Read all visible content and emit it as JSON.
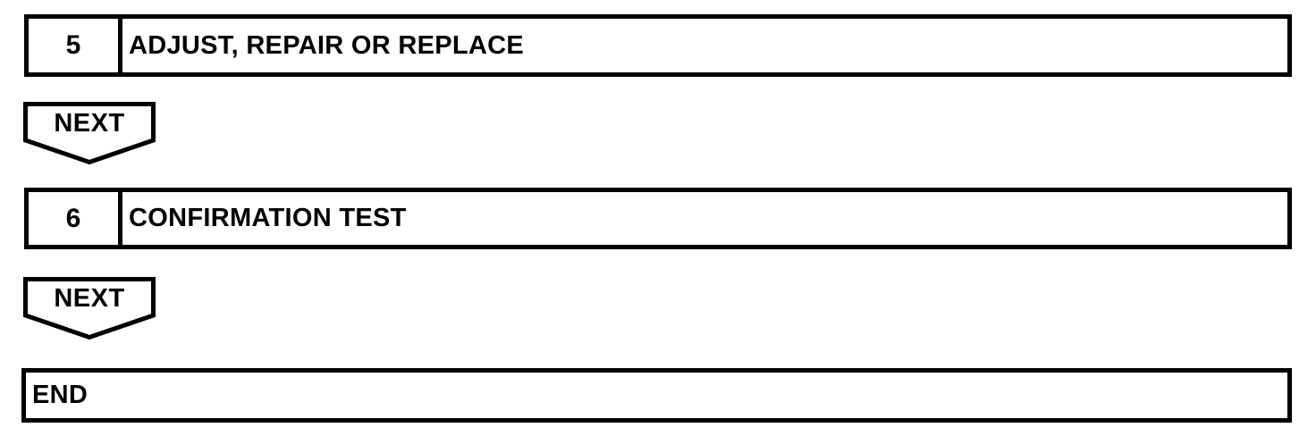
{
  "flowchart": {
    "steps": [
      {
        "number": "5",
        "label": "ADJUST, REPAIR OR REPLACE"
      },
      {
        "number": "6",
        "label": "CONFIRMATION TEST"
      }
    ],
    "connectors": [
      {
        "label": "NEXT"
      },
      {
        "label": "NEXT"
      }
    ],
    "terminator": {
      "label": "END"
    }
  },
  "colors": {
    "line": "#000000",
    "background": "#ffffff",
    "text": "#000000"
  }
}
